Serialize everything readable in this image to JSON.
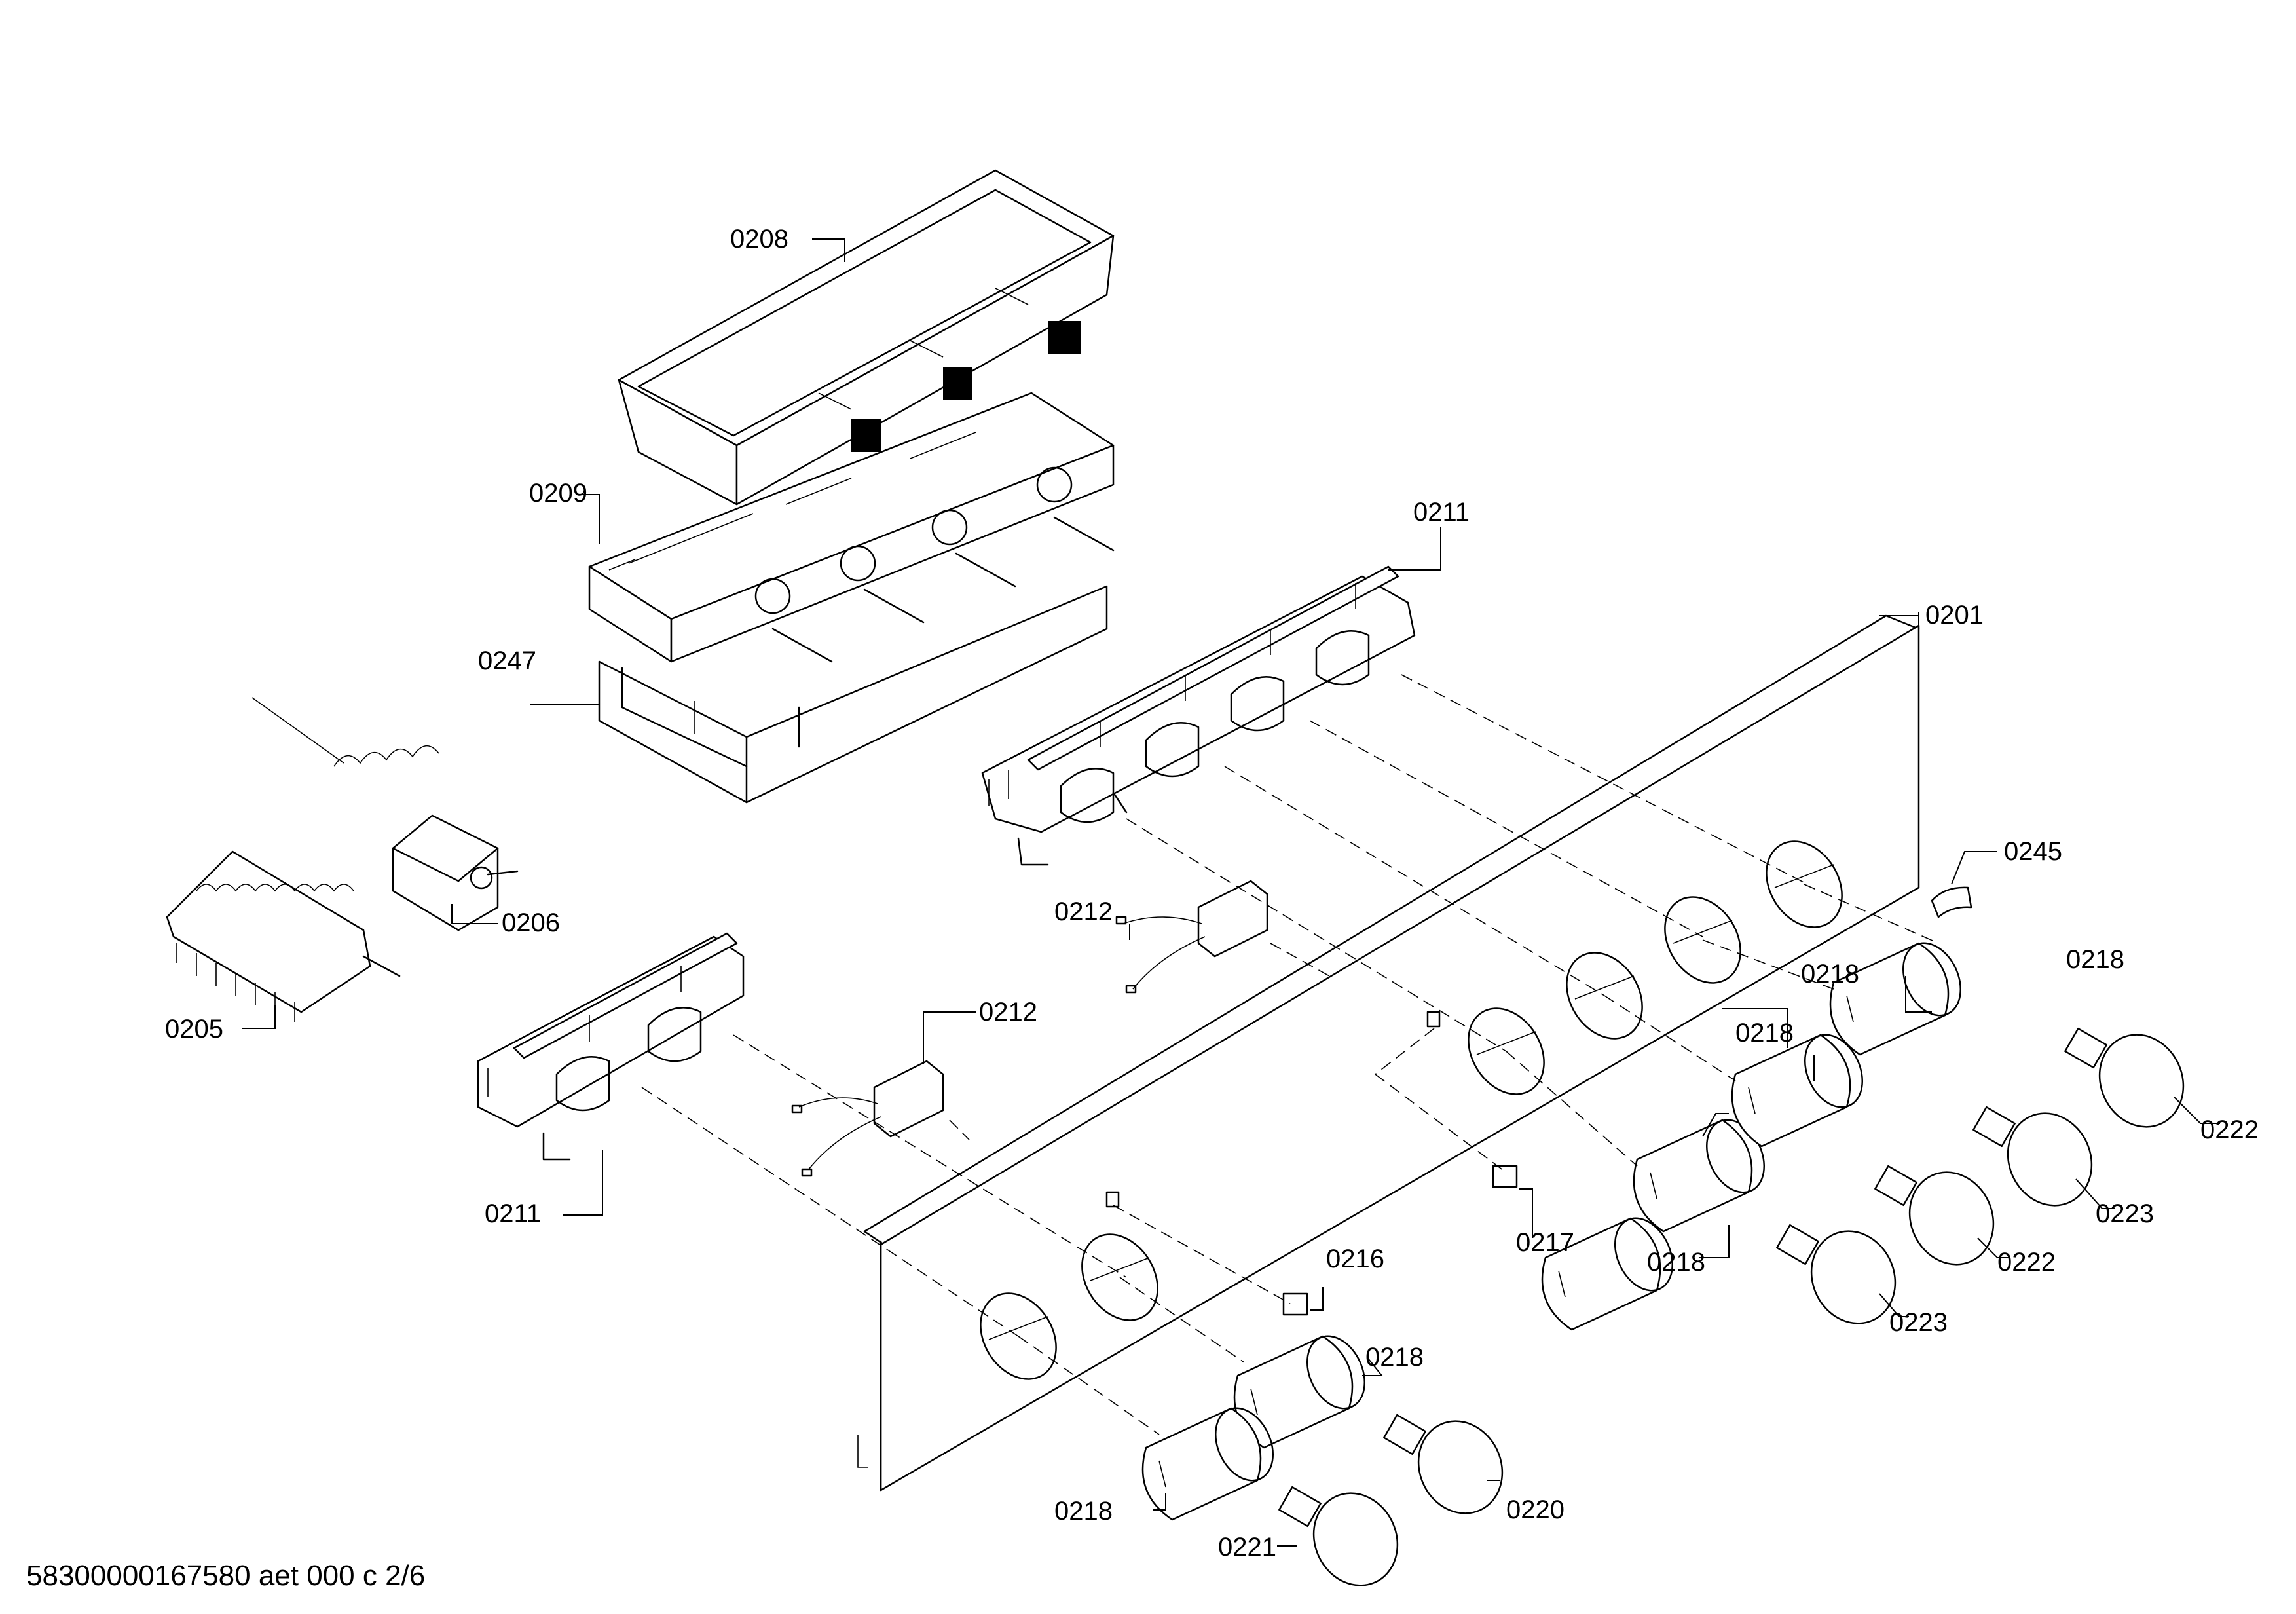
{
  "labels": {
    "p0208": "0208",
    "p0209": "0209",
    "p0247": "0247",
    "p0211_top": "0211",
    "p0201": "0201",
    "p0245": "0245",
    "p0206": "0206",
    "p0205": "0205",
    "p0212_top": "0212",
    "p0212_mid": "0212",
    "p0211_left": "0211",
    "p0218_a": "0218",
    "p0218_b": "0218",
    "p0218_c": "0218",
    "p0218_d": "0218",
    "p0218_e": "0218",
    "p0218_f": "0218",
    "p0222_a": "0222",
    "p0222_b": "0222",
    "p0223_a": "0223",
    "p0223_b": "0223",
    "p0217": "0217",
    "p0216": "0216",
    "p0220": "0220",
    "p0221": "0221"
  },
  "footer": "58300000167580 aet 000 c 2/6"
}
